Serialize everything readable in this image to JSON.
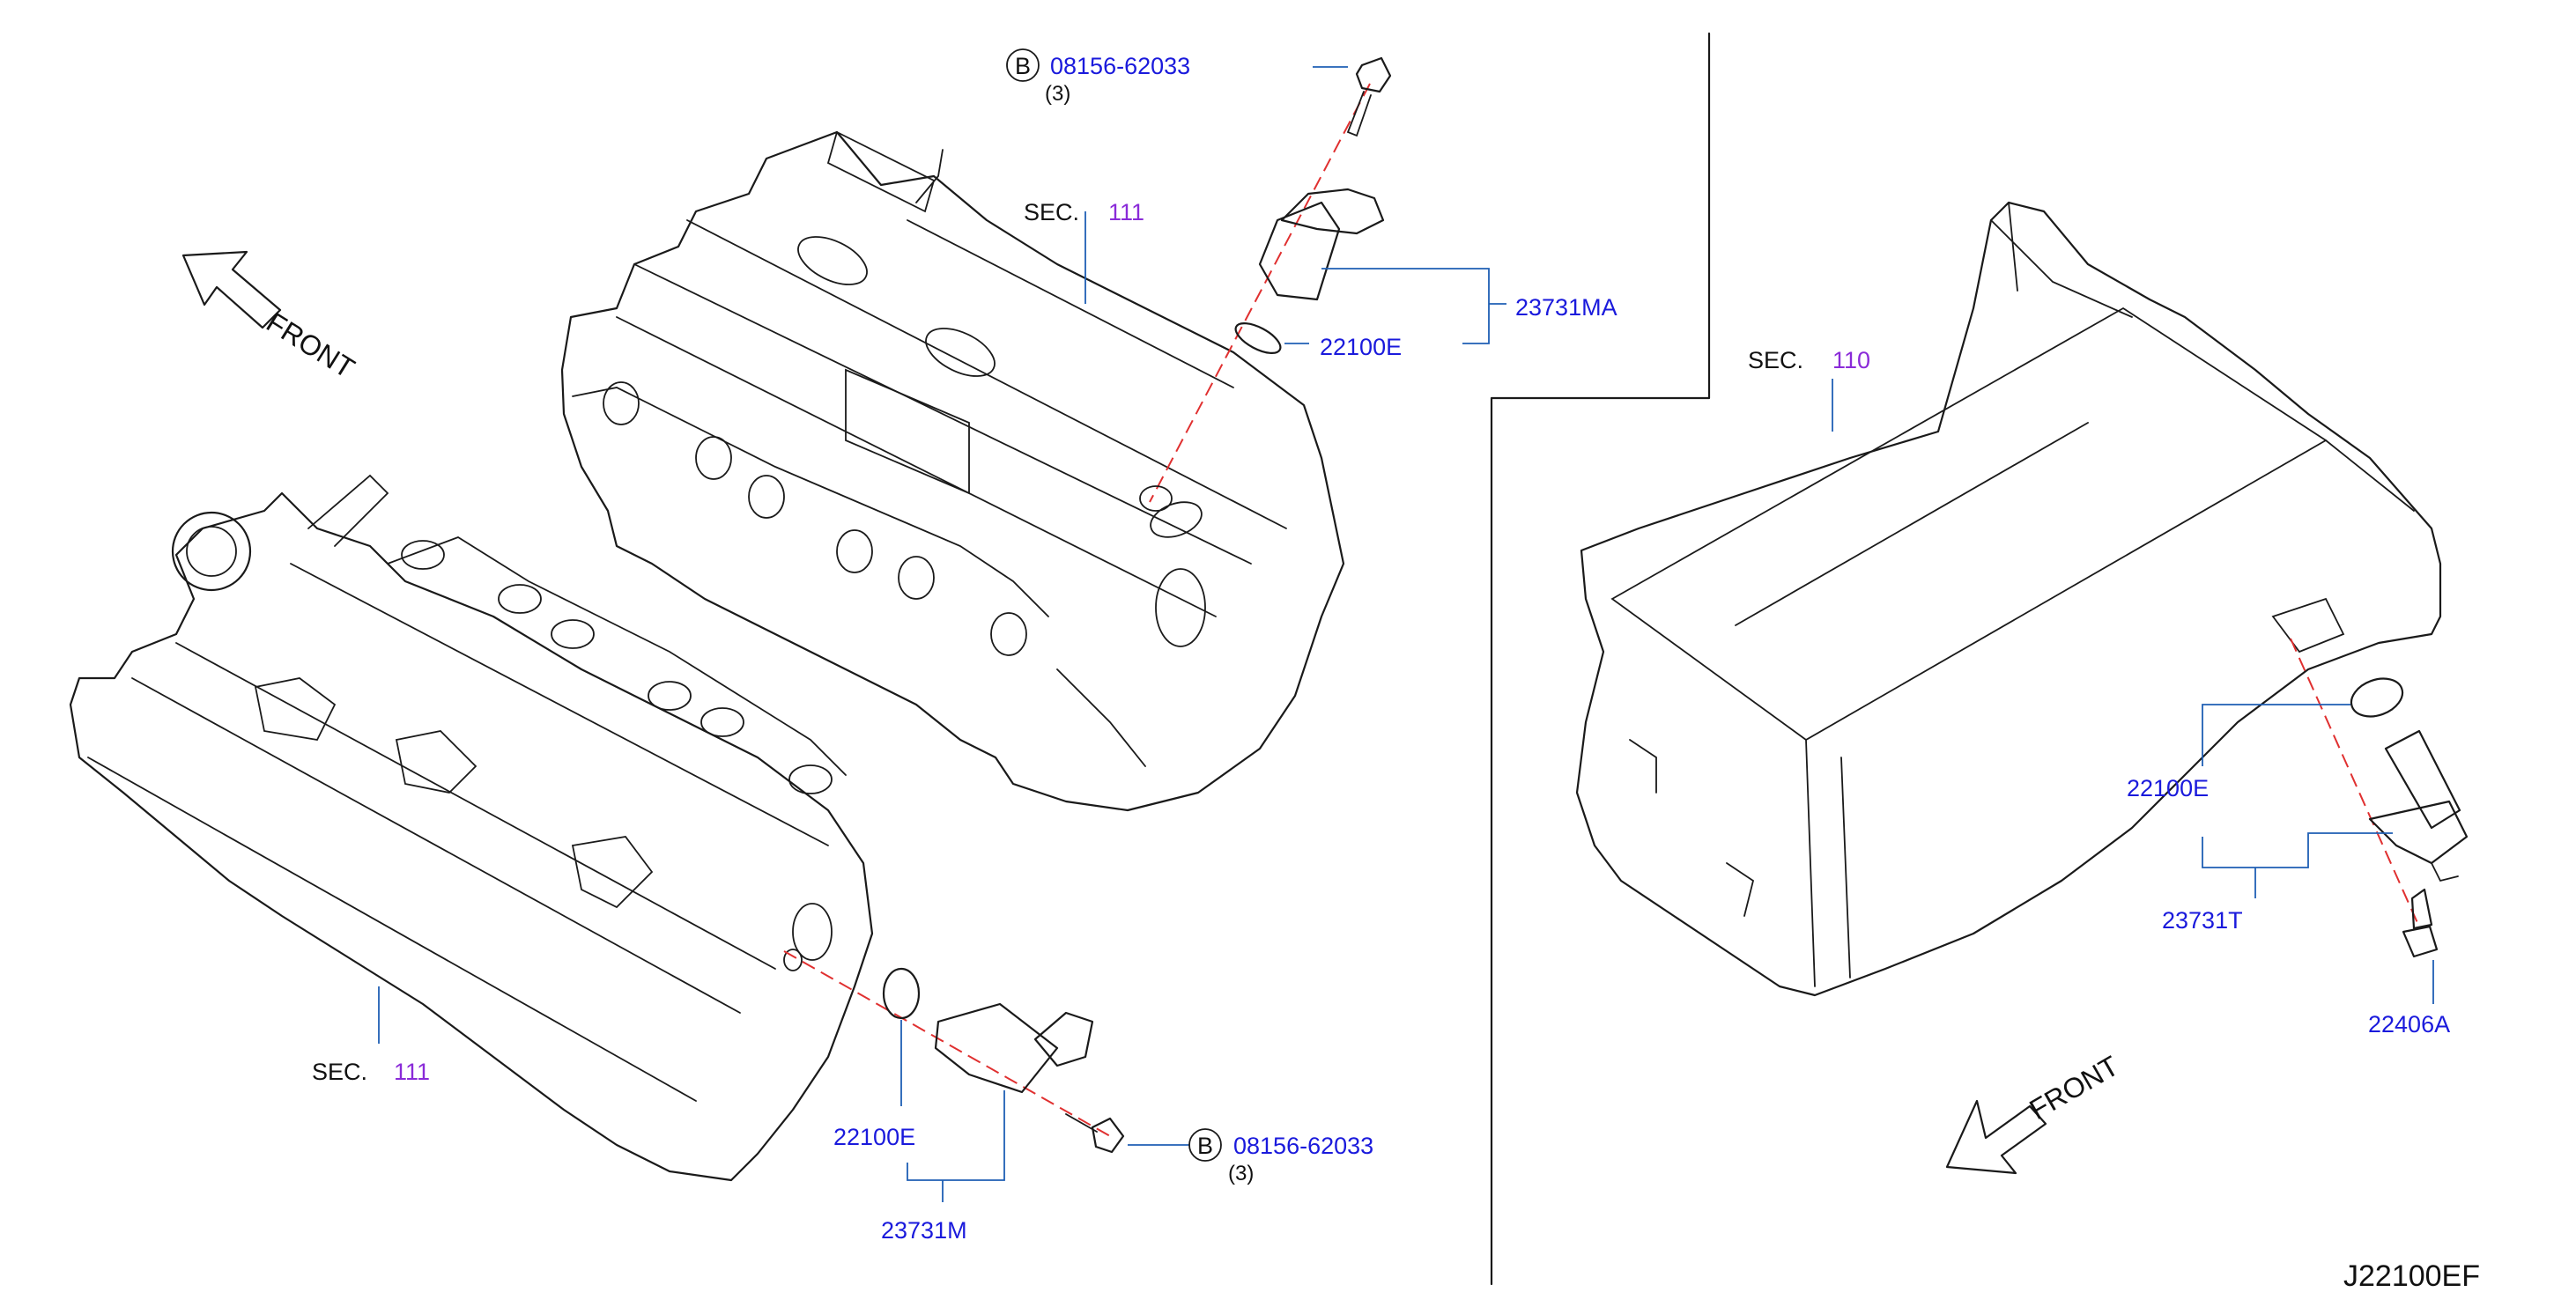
{
  "diagram": {
    "front_label": "FRONT",
    "sec_prefix": "SEC.",
    "bolt_circle_letter": "B",
    "reference_code": "J22100EF",
    "sections": [
      {
        "id": "sec-111-top",
        "number": "111"
      },
      {
        "id": "sec-111-bottom",
        "number": "111"
      },
      {
        "id": "sec-110",
        "number": "110"
      }
    ],
    "parts": [
      {
        "id": "bolt-top",
        "number": "08156-62033",
        "qty": "(3)"
      },
      {
        "id": "sensor-top",
        "number": "23731MA"
      },
      {
        "id": "oring-top",
        "number": "22100E"
      },
      {
        "id": "oring-bottom",
        "number": "22100E"
      },
      {
        "id": "sensor-bottom",
        "number": "23731M"
      },
      {
        "id": "bolt-bottom",
        "number": "08156-62033",
        "qty": "(3)"
      },
      {
        "id": "oring-right",
        "number": "22100E"
      },
      {
        "id": "sensor-right",
        "number": "23731T"
      },
      {
        "id": "bolt-right",
        "number": "22406A"
      }
    ],
    "colors": {
      "line": "#1a1a1a",
      "leader": "#1f5fb4",
      "part_number": "#1a1adc",
      "section_number": "#8a2bd8",
      "centerline": "#e03030"
    }
  }
}
